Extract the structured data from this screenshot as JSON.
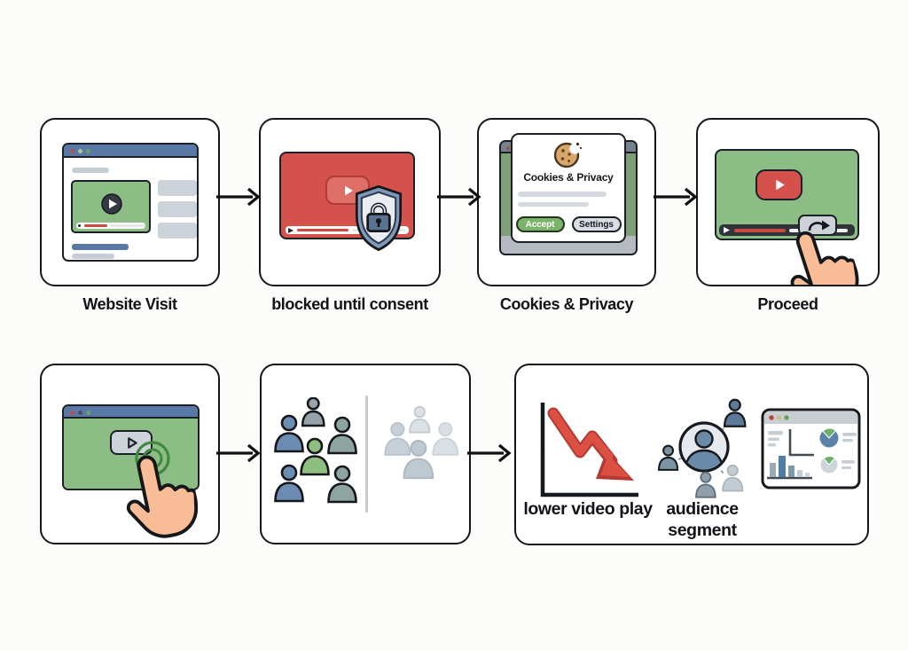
{
  "flow": {
    "steps": [
      {
        "label": "Website Visit"
      },
      {
        "label": "blocked until consent"
      },
      {
        "label": "Cookies & Privacy"
      },
      {
        "label": "Proceed"
      }
    ]
  },
  "cookie_dialog": {
    "title": "Cookies & Privacy",
    "accept_label": "Accept",
    "settings_label": "Settings"
  },
  "outcomes": {
    "lower_video_play": "lower video play",
    "audience_segment": "audience segment"
  },
  "icons": {
    "play": "play-icon",
    "youtube_play": "youtube-play-icon",
    "shield_lock": "shield-lock-icon",
    "cookie": "cookie-icon",
    "hand_cursor": "hand-cursor-icon",
    "tap_rings": "tap-rings-icon",
    "skip_arrow": "skip-arrow-icon",
    "flow_arrow": "flow-arrow-icon",
    "person": "person-icon",
    "decline_chart": "decline-chart-icon",
    "audience_network": "audience-network-icon",
    "analytics_window": "analytics-window-icon"
  },
  "colors": {
    "background": "#fcfcfa",
    "panel_border": "#15171a",
    "titlebar_blue": "#5a78a5",
    "video_green": "#8cbd84",
    "video_red": "#d5524c",
    "accept_green": "#7cb36b",
    "settings_grey": "#d9dee4",
    "decline_arrow_red": "#dc4f43",
    "hand_skin": "#f8bc97",
    "shield_blue": "#8099b8",
    "consent_green_person": "#8fbf80"
  }
}
